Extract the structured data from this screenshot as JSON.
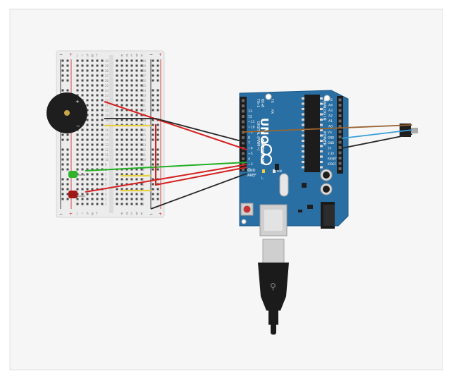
{
  "breadboard": {
    "column_letters_left": [
      "j",
      "i",
      "h",
      "g",
      "f"
    ],
    "column_letters_right": [
      "e",
      "d",
      "c",
      "b",
      "a"
    ],
    "row_numbers": [
      "30",
      "29",
      "28",
      "27",
      "26",
      "25",
      "24",
      "23",
      "22",
      "21",
      "20",
      "19",
      "18",
      "17",
      "16",
      "15",
      "14",
      "13",
      "12",
      "11",
      "10",
      "9",
      "8",
      "7",
      "6",
      "5",
      "4",
      "3",
      "2",
      "1"
    ],
    "rail_minus": "−",
    "rail_plus": "+"
  },
  "buzzer": {
    "plus_mark": "+",
    "minus_mark": "−"
  },
  "arduino": {
    "brand": "ARDUINO",
    "model": "UNO",
    "pin_header_label": "DIGITAL (PWM~)",
    "analog_label": "ANALOG IN",
    "power_label": "POWER",
    "tx_label": "TX",
    "rx_label": "RX",
    "tx_pin": "TX▸1",
    "rx_pin": "RX◂0",
    "digital_pins": [
      "13",
      "12",
      "~11",
      "~10",
      "~9",
      "8",
      "7",
      "~6",
      "~5",
      "4",
      "~3",
      "2"
    ],
    "gnd_label": "GND",
    "aref_label": "AREF",
    "analog_pins": [
      "A5",
      "A4",
      "A3",
      "A2",
      "A1",
      "A0"
    ],
    "power_pins": [
      "Vin",
      "GND",
      "GND",
      "5V",
      "3.3V",
      "RESET",
      "IOREF"
    ],
    "l_label": "L",
    "on_label": "ON"
  },
  "colors": {
    "background": "#f6f6f6",
    "board_blue": "#2a6fa3",
    "wire_red": "#d42020",
    "wire_green": "#22b022",
    "wire_black": "#262626",
    "wire_brown": "#9b6430",
    "wire_blue": "#3a9dd8",
    "breadboard": "#ececec",
    "jumper_yellow": "#e8d043"
  }
}
